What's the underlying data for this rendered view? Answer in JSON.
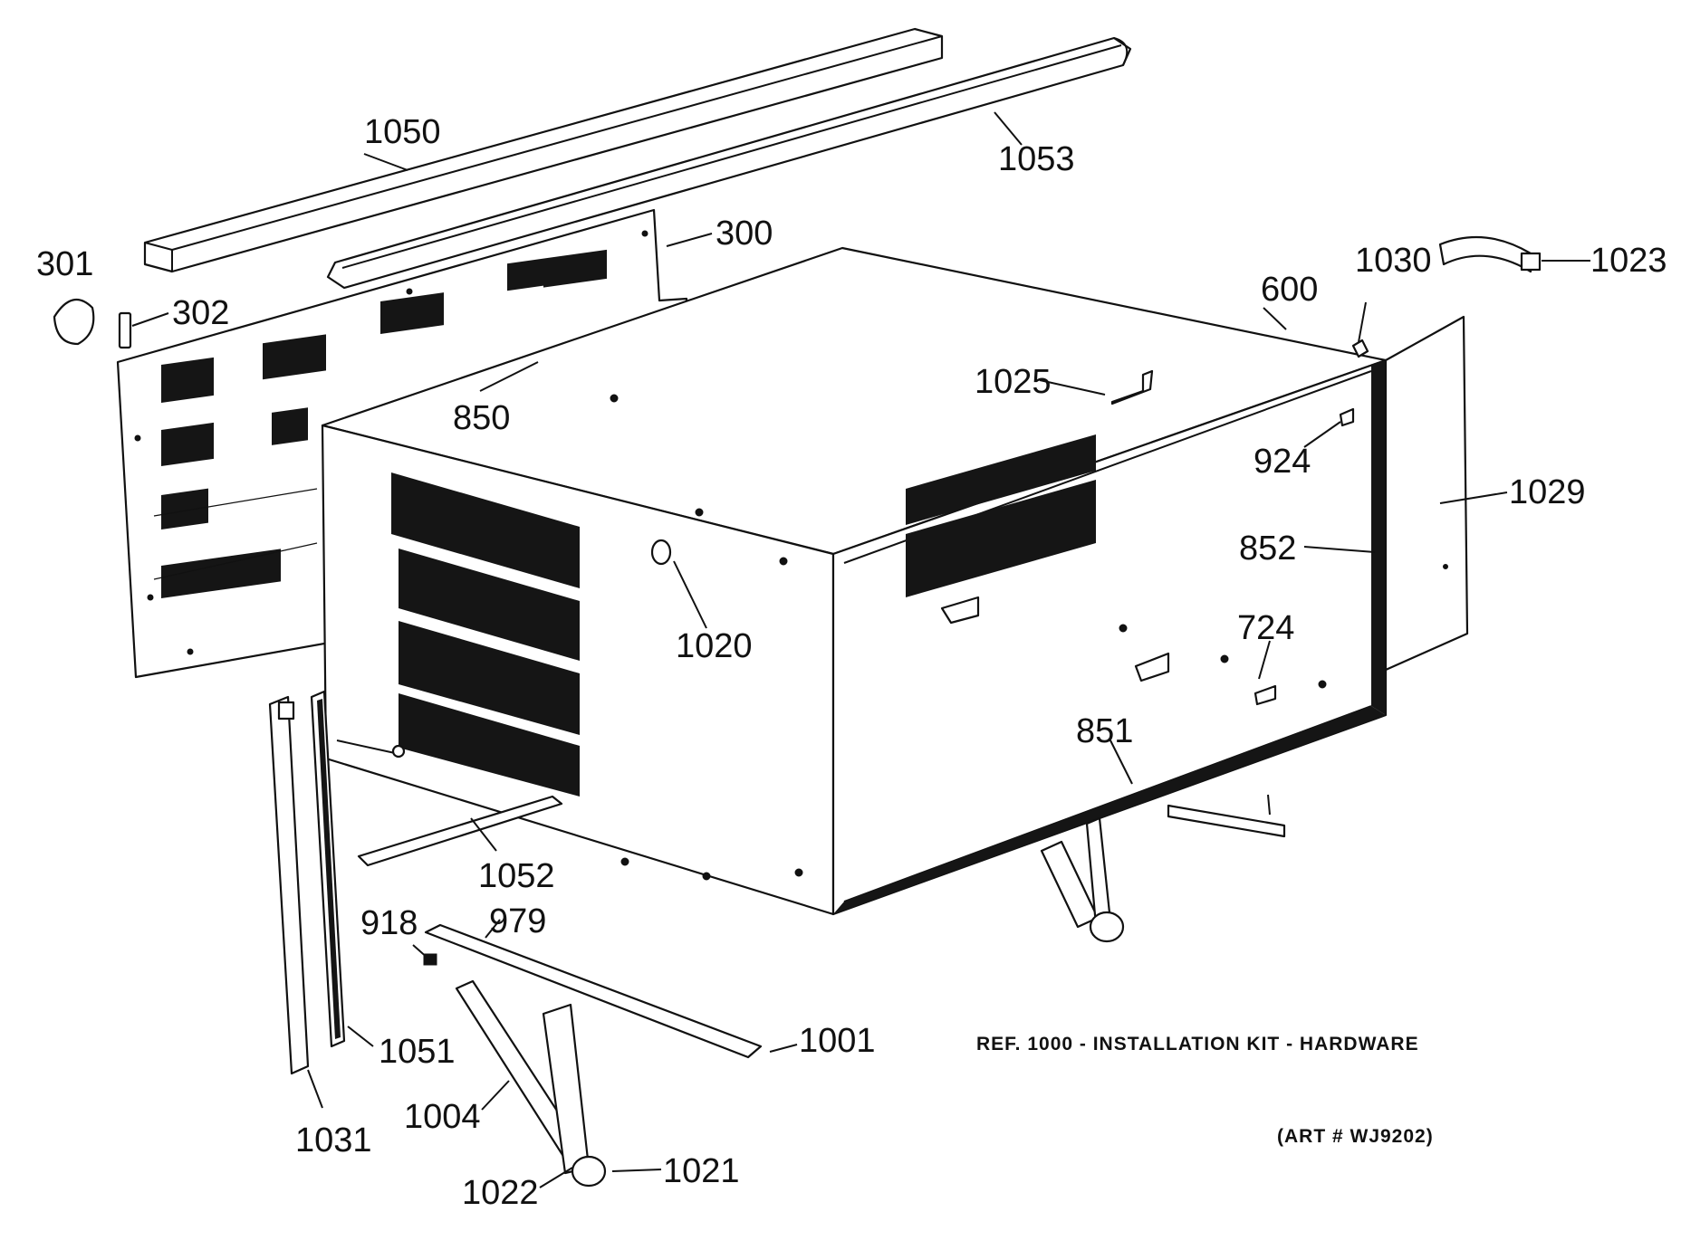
{
  "callouts": [
    {
      "id": "1050",
      "text": "1050"
    },
    {
      "id": "1053",
      "text": "1053"
    },
    {
      "id": "301",
      "text": "301"
    },
    {
      "id": "302",
      "text": "302"
    },
    {
      "id": "300",
      "text": "300"
    },
    {
      "id": "850",
      "text": "850"
    },
    {
      "id": "600",
      "text": "600"
    },
    {
      "id": "1030",
      "text": "1030"
    },
    {
      "id": "1023",
      "text": "1023"
    },
    {
      "id": "1025",
      "text": "1025"
    },
    {
      "id": "924",
      "text": "924"
    },
    {
      "id": "1029",
      "text": "1029"
    },
    {
      "id": "852",
      "text": "852"
    },
    {
      "id": "1020",
      "text": "1020"
    },
    {
      "id": "724",
      "text": "724"
    },
    {
      "id": "851",
      "text": "851"
    },
    {
      "id": "1052",
      "text": "1052"
    },
    {
      "id": "918",
      "text": "918"
    },
    {
      "id": "979",
      "text": "979"
    },
    {
      "id": "1051",
      "text": "1051"
    },
    {
      "id": "1001",
      "text": "1001"
    },
    {
      "id": "1004",
      "text": "1004"
    },
    {
      "id": "1031",
      "text": "1031"
    },
    {
      "id": "1022",
      "text": "1022"
    },
    {
      "id": "1021",
      "text": "1021"
    }
  ],
  "notes": {
    "ref": "REF. 1000 - INSTALLATION KIT - HARDWARE",
    "art": "(ART # WJ9202)"
  }
}
